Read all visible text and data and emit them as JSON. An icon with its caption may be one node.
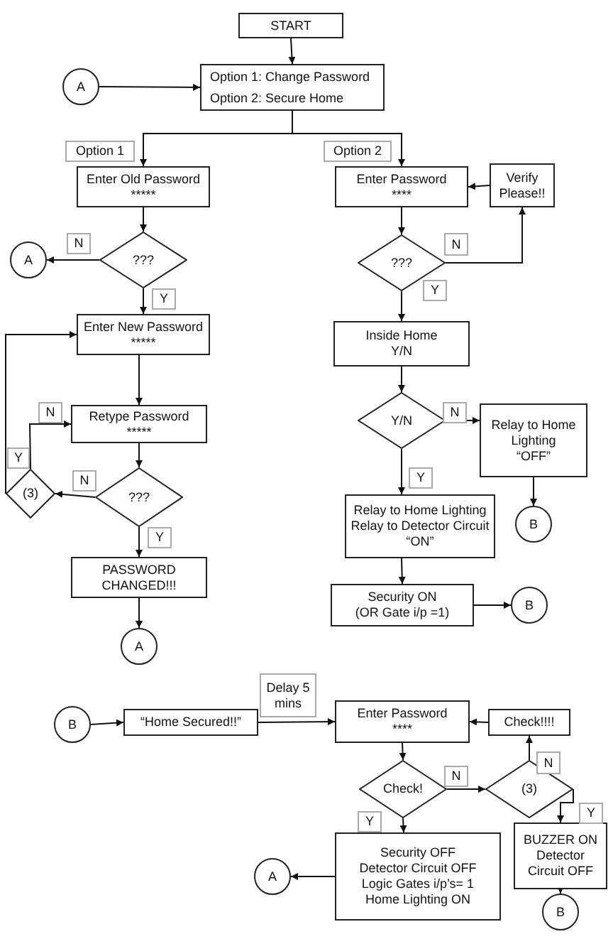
{
  "diagram": {
    "nodes": [
      {
        "text": [
          "START"
        ]
      },
      {
        "text": [
          "A"
        ]
      },
      {
        "text": [
          "Option 1: Change Password",
          "Option 2: Secure Home"
        ]
      },
      {
        "text": [
          "Enter Old Password",
          "*****"
        ]
      },
      {
        "text": [
          "???"
        ]
      },
      {
        "text": [
          "A"
        ]
      },
      {
        "text": [
          "Enter New Password",
          "*****"
        ]
      },
      {
        "text": [
          "Retype Password",
          "*****"
        ]
      },
      {
        "text": [
          "???"
        ]
      },
      {
        "text": [
          "(3)"
        ]
      },
      {
        "text": [
          "PASSWORD CHANGED!!!"
        ]
      },
      {
        "text": [
          "A"
        ]
      },
      {
        "text": [
          "Enter Password",
          "****"
        ]
      },
      {
        "text": [
          "Verify Please!!"
        ]
      },
      {
        "text": [
          "???"
        ]
      },
      {
        "text": [
          "Inside Home",
          "Y/N"
        ]
      },
      {
        "text": [
          "Y/N"
        ]
      },
      {
        "text": [
          "Relay to Home Lighting",
          "“OFF”"
        ]
      },
      {
        "text": [
          "B"
        ]
      },
      {
        "text": [
          "Relay to Home Lighting",
          "Relay to Detector Circuit",
          "“ON”"
        ]
      },
      {
        "text": [
          "Security ON",
          "(OR Gate i/p =1)"
        ]
      },
      {
        "text": [
          "B"
        ]
      },
      {
        "text": [
          "B"
        ]
      },
      {
        "text": [
          "“Home Secured!!”"
        ]
      },
      {
        "text": [
          "Enter Password",
          "****"
        ]
      },
      {
        "text": [
          "Check!!!!"
        ]
      },
      {
        "text": [
          "Check!"
        ]
      },
      {
        "text": [
          "(3)"
        ]
      },
      {
        "text": [
          "Security OFF",
          "Detector Circuit OFF",
          "Logic Gates i/p’s= 1",
          "Home Lighting ON"
        ]
      },
      {
        "text": [
          "A"
        ]
      },
      {
        "text": [
          "BUZZER ON",
          "Detector Circuit OFF"
        ]
      },
      {
        "text": [
          "B"
        ]
      }
    ],
    "edges": [
      {
        "from": 0,
        "to": 2,
        "arrow": "to"
      },
      {
        "from": 1,
        "to": 2,
        "arrow": "to"
      },
      {
        "from": 2,
        "to": 3,
        "arrow": "to",
        "label": "Option 1"
      },
      {
        "from": 2,
        "to": 12,
        "arrow": "to",
        "label": "Option 2"
      },
      {
        "from": 3,
        "to": 4,
        "arrow": "to"
      },
      {
        "from": 4,
        "to": 5,
        "arrow": "to",
        "label": "N"
      },
      {
        "from": 4,
        "to": 6,
        "arrow": "to",
        "label": "Y"
      },
      {
        "from": 6,
        "to": 7,
        "arrow": "to"
      },
      {
        "from": 7,
        "to": 8,
        "arrow": "to"
      },
      {
        "from": 8,
        "to": 9,
        "arrow": "to",
        "label": "N"
      },
      {
        "from": 9,
        "to": 7,
        "arrow": "to",
        "label": "N"
      },
      {
        "from": 9,
        "to": 6,
        "arrow": "to",
        "label": "Y"
      },
      {
        "from": 8,
        "to": 10,
        "arrow": "to",
        "label": "Y"
      },
      {
        "from": 10,
        "to": 11,
        "arrow": "to"
      },
      {
        "from": 12,
        "to": 14,
        "arrow": "to"
      },
      {
        "from": 14,
        "to": 13,
        "arrow": "to",
        "label": "N"
      },
      {
        "from": 13,
        "to": 12,
        "arrow": "to"
      },
      {
        "from": 14,
        "to": 15,
        "arrow": "to",
        "label": "Y"
      },
      {
        "from": 15,
        "to": 16,
        "arrow": "to"
      },
      {
        "from": 16,
        "to": 17,
        "arrow": "to",
        "label": "N"
      },
      {
        "from": 17,
        "to": 18,
        "arrow": "to"
      },
      {
        "from": 16,
        "to": 19,
        "arrow": "to",
        "label": "Y"
      },
      {
        "from": 19,
        "to": 20,
        "arrow": "to"
      },
      {
        "from": 20,
        "to": 21,
        "arrow": "to"
      },
      {
        "from": 22,
        "to": 23,
        "arrow": "to"
      },
      {
        "from": 23,
        "to": 24,
        "arrow": "to",
        "label": "Delay 5 mins"
      },
      {
        "from": 24,
        "to": 26,
        "arrow": "to"
      },
      {
        "from": 26,
        "to": 27,
        "arrow": "to",
        "label": "N"
      },
      {
        "from": 27,
        "to": 25,
        "arrow": "to",
        "label": "N"
      },
      {
        "from": 25,
        "to": 24,
        "arrow": "to"
      },
      {
        "from": 26,
        "to": 28,
        "arrow": "to",
        "label": "Y"
      },
      {
        "from": 28,
        "to": 29,
        "arrow": "to"
      },
      {
        "from": 27,
        "to": 30,
        "arrow": "to",
        "label": "Y"
      },
      {
        "from": 30,
        "to": 31,
        "arrow": "to"
      }
    ]
  }
}
